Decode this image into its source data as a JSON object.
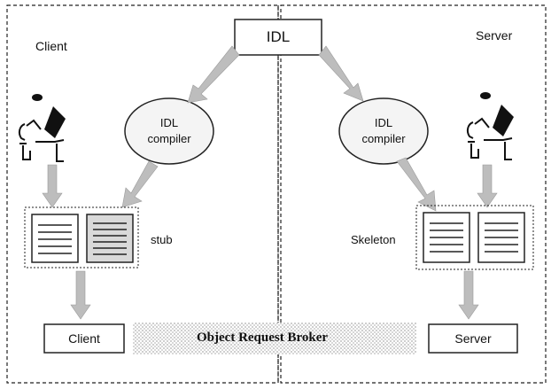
{
  "labels": {
    "client_title": "Client",
    "server_title": "Server",
    "idl": "IDL",
    "idl_compiler_left_line1": "IDL",
    "idl_compiler_left_line2": "compiler",
    "idl_compiler_right_line1": "IDL",
    "idl_compiler_right_line2": "compiler",
    "stub": "stub",
    "skeleton": "Skeleton",
    "client_box": "Client",
    "server_box": "Server",
    "orb": "Object Request Broker"
  },
  "icons": {
    "client_user": "person-at-computer-icon",
    "server_user": "person-at-computer-icon"
  },
  "colors": {
    "line": "#222222",
    "arrow": "#b8b8b8",
    "ellipse_fill": "#f4f4f4",
    "stub_page_fill": "#d9d9d9"
  }
}
